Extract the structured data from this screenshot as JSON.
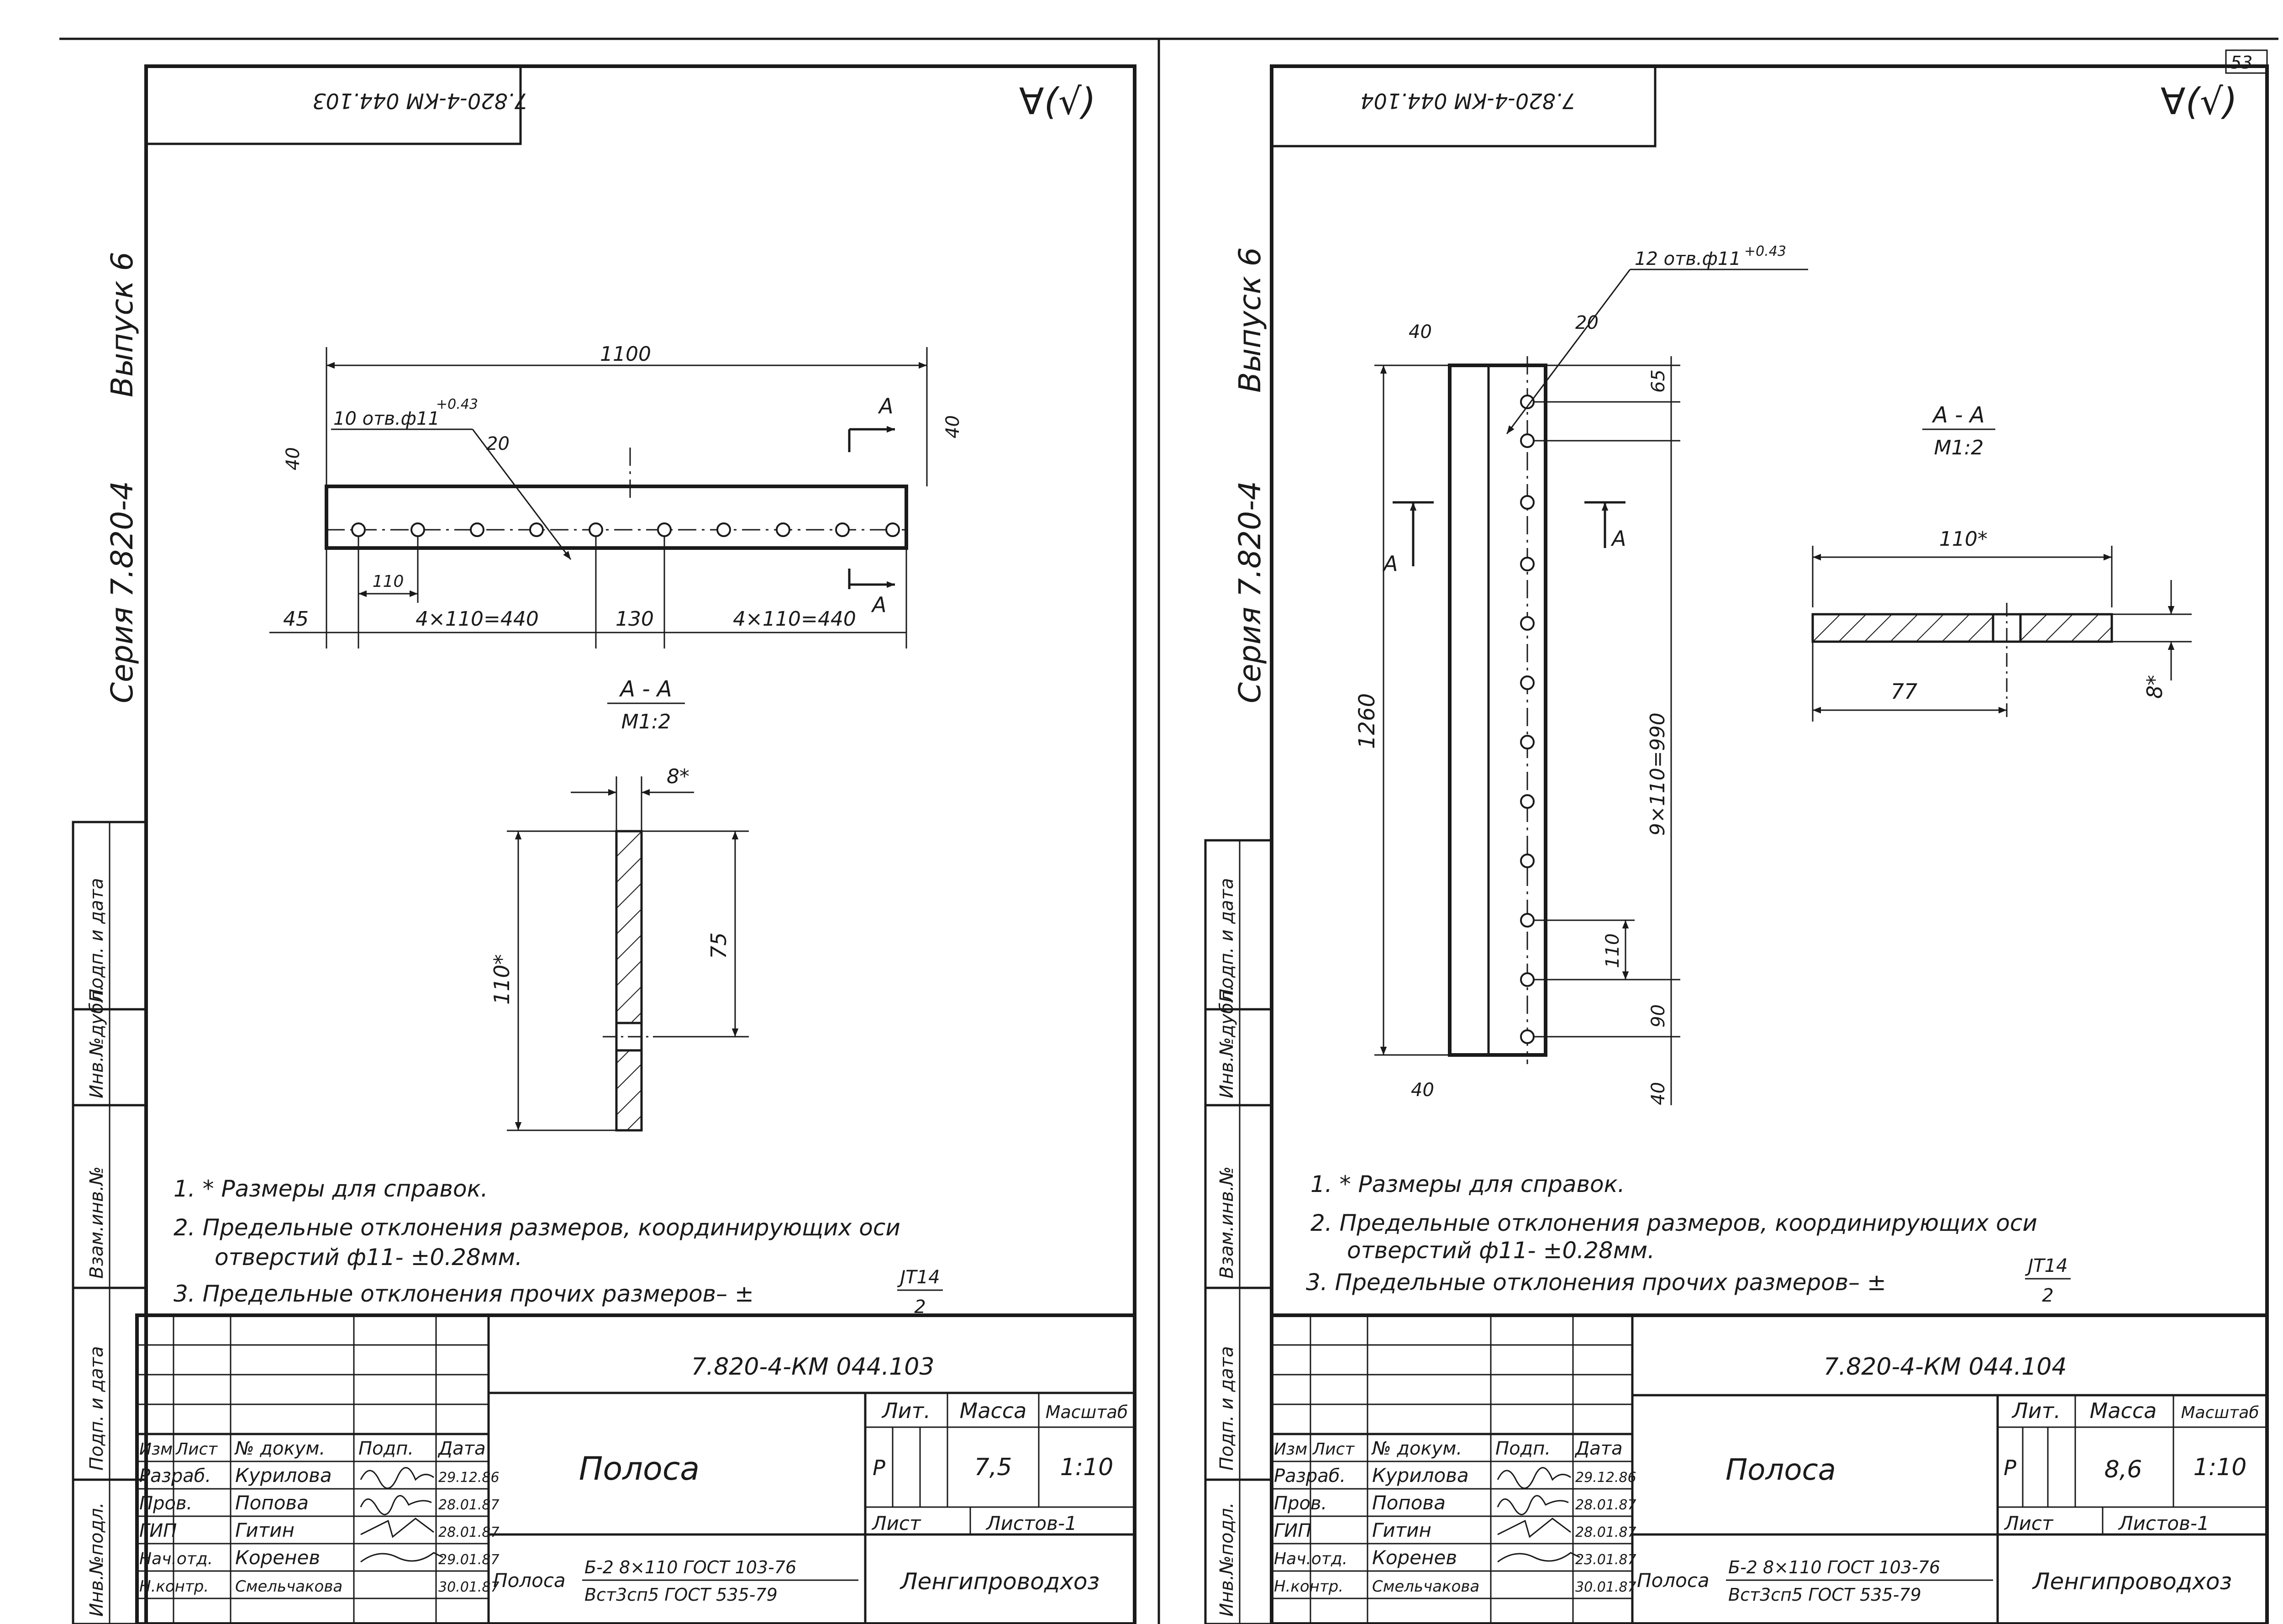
{
  "page_number": "53",
  "left": {
    "mirrored_code": "7.820-4-КМ 044.103",
    "roughness_mark": "∀(√)",
    "series": "Серия 7.820-4",
    "issue": "Выпуск 6",
    "dims": {
      "overall_length": "1100",
      "holes_note": "10 отв.ф11",
      "holes_tol": "+0.43",
      "edge_dist_top": "40",
      "edge_dist_right": "40",
      "angle_mark": "20",
      "pitch": "110",
      "start_offset": "45",
      "group_left": "4×110=440",
      "center_gap": "130",
      "group_right": "4×110=440",
      "section_mark": "А"
    },
    "section": {
      "title": "А - А",
      "scale": "М1:2",
      "thickness": "8*",
      "width": "110*",
      "hole_axis": "75"
    },
    "notes": [
      "1. * Размеры для справок.",
      "2. Предельные отклонения размеров, координирующих оси",
      "отверстий ф11- ±0.28мм.",
      "3. Предельные отклонения прочих размеров– ±"
    ],
    "note_fraction_num": "JT14",
    "note_fraction_den": "2",
    "title_block": {
      "doc_code": "7.820-4-КМ 044.103",
      "name": "Полоса",
      "headers": [
        "Изм",
        "Лист",
        "№ докум.",
        "Подп.",
        "Дата"
      ],
      "rows": [
        {
          "role": "Разраб.",
          "name": "Курилова",
          "date": "29.12.86"
        },
        {
          "role": "Пров.",
          "name": "Попова",
          "date": "28.01.87"
        },
        {
          "role": "ГИП",
          "name": "Гитин",
          "date": "28.01.87"
        },
        {
          "role": "Нач.отд.",
          "name": "Коренев",
          "date": "29.01.87"
        },
        {
          "role": "Н.контр.",
          "name": "Смельчакова",
          "date": "30.01.87"
        }
      ],
      "lit_label": "Лит.",
      "mass_label": "Масса",
      "scale_label": "Масштаб",
      "lit_value": "Р",
      "mass_value": "7,5",
      "scale_value": "1:10",
      "sheet_label": "Лист",
      "sheets_label": "Листов-1",
      "material_prefix": "Полоса",
      "material_top": "Б-2 8×110 ГОСТ 103-76",
      "material_bottom": "Вст3сп5 ГОСТ 535-79",
      "org": "Ленгипроводхоз"
    },
    "side_stamp": [
      "Инв.№подл.",
      "Подп. и дата",
      "Взам.инв.№",
      "Инв.№дубл.",
      "Подп. и дата"
    ]
  },
  "right": {
    "mirrored_code": "7.820-4-КМ 044.104",
    "roughness_mark": "∀(√)",
    "series": "Серия 7.820-4",
    "issue": "Выпуск 6",
    "dims": {
      "holes_note": "12 отв.ф11",
      "holes_tol": "+0.43",
      "angle_mark": "20",
      "top_edge": "40",
      "bottom_edge": "40",
      "overall_length": "1260",
      "first_hole": "65",
      "group": "9×110=990",
      "pitch": "110",
      "last_gap": "90",
      "end_edge": "40",
      "section_mark": "А"
    },
    "section": {
      "title": "А - А",
      "scale": "М1:2",
      "width": "110*",
      "hole_axis": "77",
      "thickness": "8*"
    },
    "notes": [
      "1. * Размеры для справок.",
      "2. Предельные отклонения размеров, координирующих оси",
      "отверстий ф11- ±0.28мм.",
      "3. Предельные отклонения прочих размеров– ±"
    ],
    "note_fraction_num": "JT14",
    "note_fraction_den": "2",
    "title_block": {
      "doc_code": "7.820-4-КМ 044.104",
      "name": "Полоса",
      "headers": [
        "Изм",
        "Лист",
        "№ докум.",
        "Подп.",
        "Дата"
      ],
      "rows": [
        {
          "role": "Разраб.",
          "name": "Курилова",
          "date": "29.12.86"
        },
        {
          "role": "Пров.",
          "name": "Попова",
          "date": "28.01.87"
        },
        {
          "role": "ГИП",
          "name": "Гитин",
          "date": "28.01.87"
        },
        {
          "role": "Нач.отд.",
          "name": "Коренев",
          "date": "23.01.87"
        },
        {
          "role": "Н.контр.",
          "name": "Смельчакова",
          "date": "30.01.87"
        }
      ],
      "lit_label": "Лит.",
      "mass_label": "Масса",
      "scale_label": "Масштаб",
      "lit_value": "Р",
      "mass_value": "8,6",
      "scale_value": "1:10",
      "sheet_label": "Лист",
      "sheets_label": "Листов-1",
      "material_prefix": "Полоса",
      "material_top": "Б-2 8×110 ГОСТ 103-76",
      "material_bottom": "Вст3сп5 ГОСТ 535-79",
      "org": "Ленгипроводхоз"
    },
    "side_stamp": [
      "Инв.№подл.",
      "Подп. и дата",
      "Взам.инв.№",
      "Инв.№дубл.",
      "Подп. и дата"
    ]
  }
}
